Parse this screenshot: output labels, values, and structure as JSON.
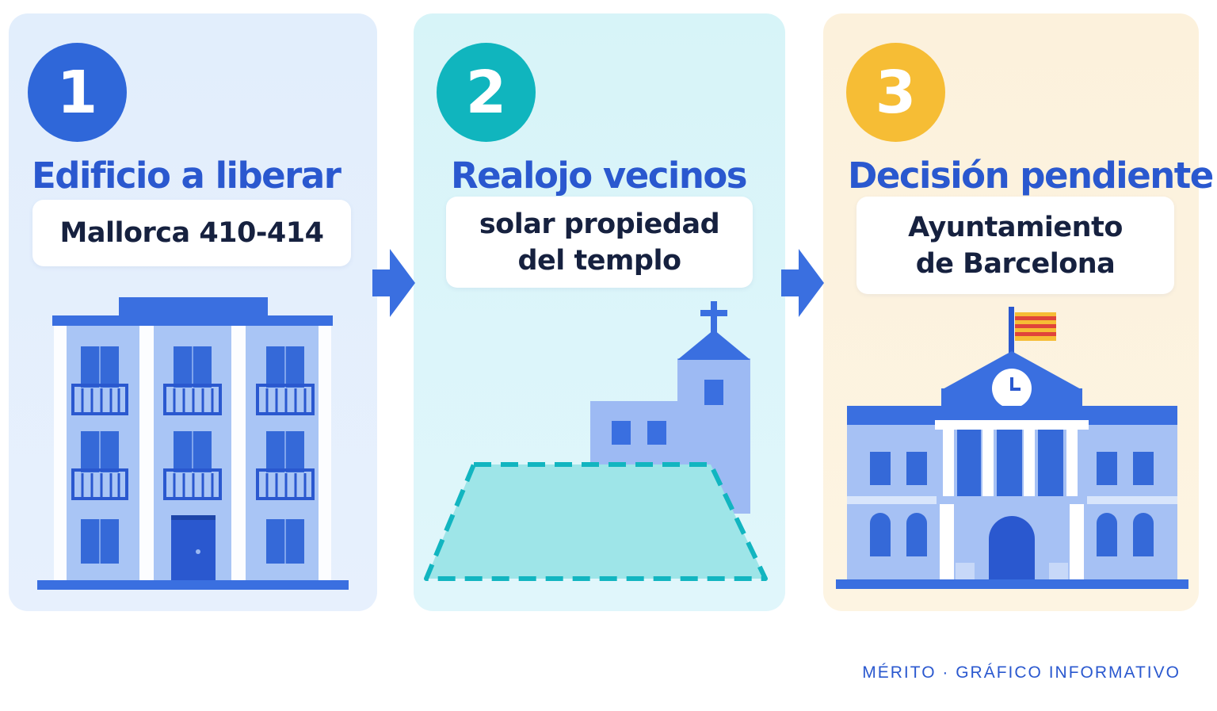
{
  "steps": [
    {
      "number": "1",
      "title": "Edificio a liberar",
      "detail_lines": [
        "Mallorca 410-414"
      ],
      "badge_color": "#2f67d9",
      "illustration": "apartment-building-icon"
    },
    {
      "number": "2",
      "title": "Realojo vecinos",
      "detail_lines": [
        "solar propiedad",
        "del templo"
      ],
      "badge_color": "#10b5be",
      "illustration": "church-plot-icon"
    },
    {
      "number": "3",
      "title": "Decisión pendiente",
      "detail_lines": [
        "Ayuntamiento",
        "de Barcelona"
      ],
      "badge_color": "#f6bd35",
      "illustration": "city-hall-icon"
    }
  ],
  "arrow_icon": "arrow-right-icon",
  "colors": {
    "primary_blue": "#2f67d9",
    "title_blue": "#2a58cf",
    "teal": "#10b5be",
    "amber": "#f6bd35"
  },
  "footer": {
    "credit": "MÉRITO · GRÁFICO INFORMATIVO"
  }
}
